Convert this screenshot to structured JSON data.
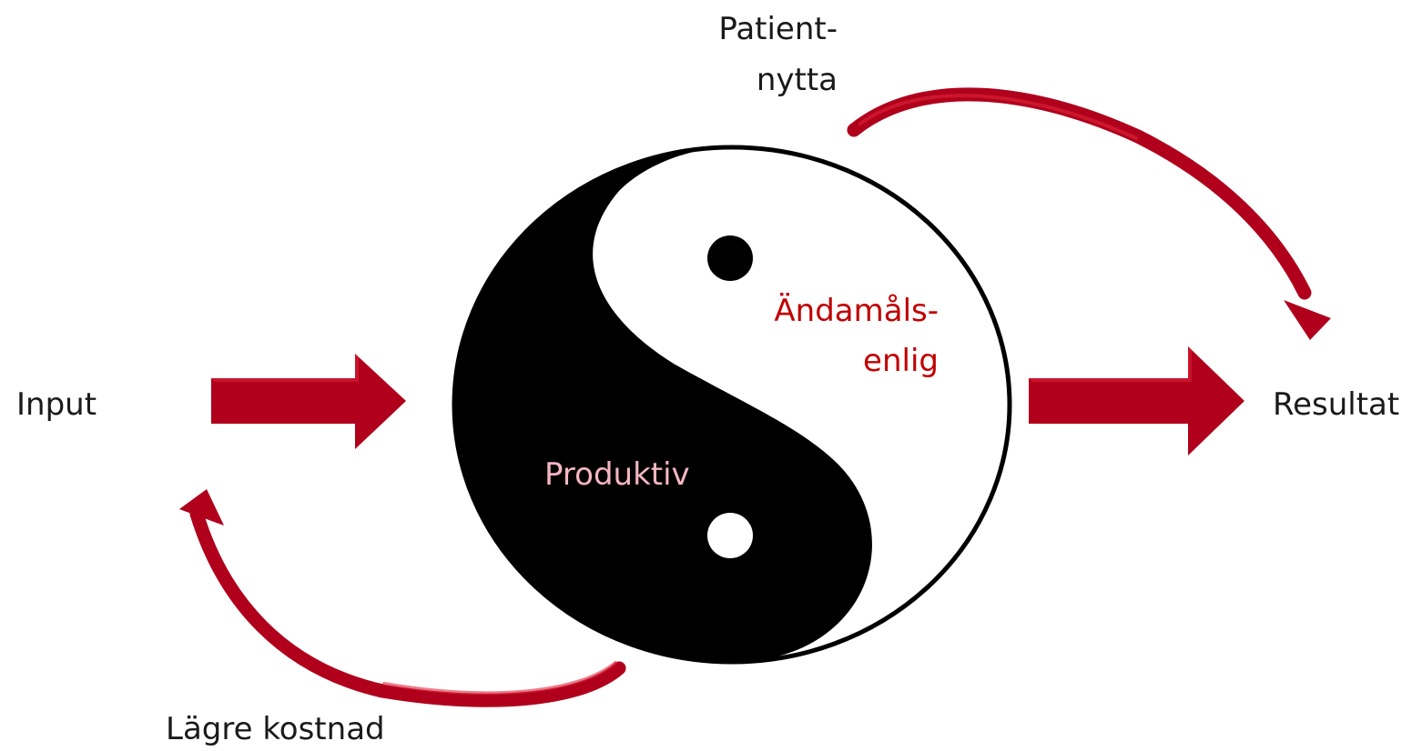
{
  "labels": {
    "input": "Input",
    "result": "Resultat",
    "patient_line1": "Patient-",
    "patient_line2": "nytta",
    "appropriate_line1": "Ändamåls-",
    "appropriate_line2": "enlig",
    "productive": "Produktiv",
    "lower_cost": "Lägre kostnad"
  },
  "colors": {
    "arrow": "#b0001c",
    "arrow_highlight": "#e0243a",
    "appropriate_text": "#c00000",
    "productive_text": "#f4b6c2",
    "yin": "#000000",
    "yang": "#ffffff",
    "text": "#1a1a1a"
  },
  "icons": {
    "center": "yin-yang-icon",
    "input_arrow": "right-arrow-icon",
    "result_arrow": "right-arrow-icon",
    "patient_arrow": "curved-arrow-icon",
    "cost_arrow": "curved-arrow-icon"
  }
}
